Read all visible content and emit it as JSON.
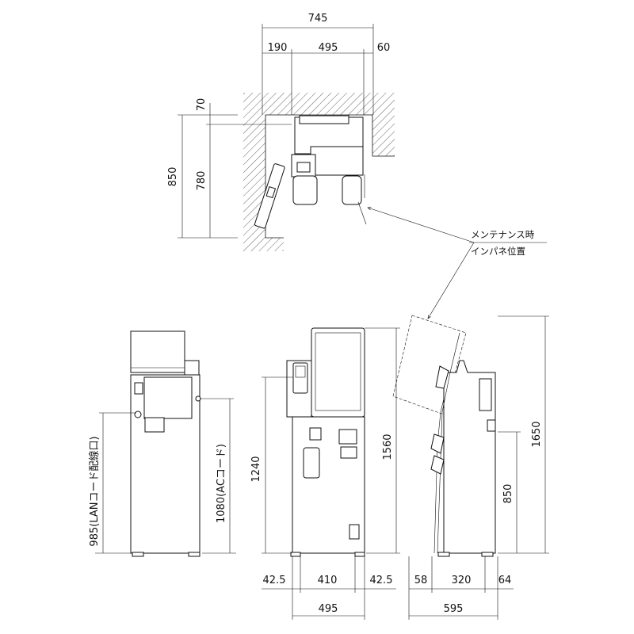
{
  "top_view": {
    "dims": {
      "total_width": "745",
      "left_clear": "190",
      "unit_width": "495",
      "right_clear": "60",
      "back_clear": "70",
      "depth_total": "850",
      "depth_unit": "780"
    },
    "maintenance_note": {
      "line1": "メンテナンス時",
      "line2": "インパネ位置"
    }
  },
  "rear_view": {
    "dims": {
      "lan_height": "985(LANコード配線口)",
      "ac_height": "1080(ACコード)"
    }
  },
  "front_view": {
    "dims": {
      "height_panel": "1240",
      "height_total": "1560",
      "left_foot": "42.5",
      "center": "410",
      "right_foot": "42.5",
      "width": "495"
    }
  },
  "side_view": {
    "dims": {
      "height_total": "1650",
      "height_mid": "850",
      "left": "58",
      "center": "320",
      "right": "64",
      "width": "595"
    }
  }
}
